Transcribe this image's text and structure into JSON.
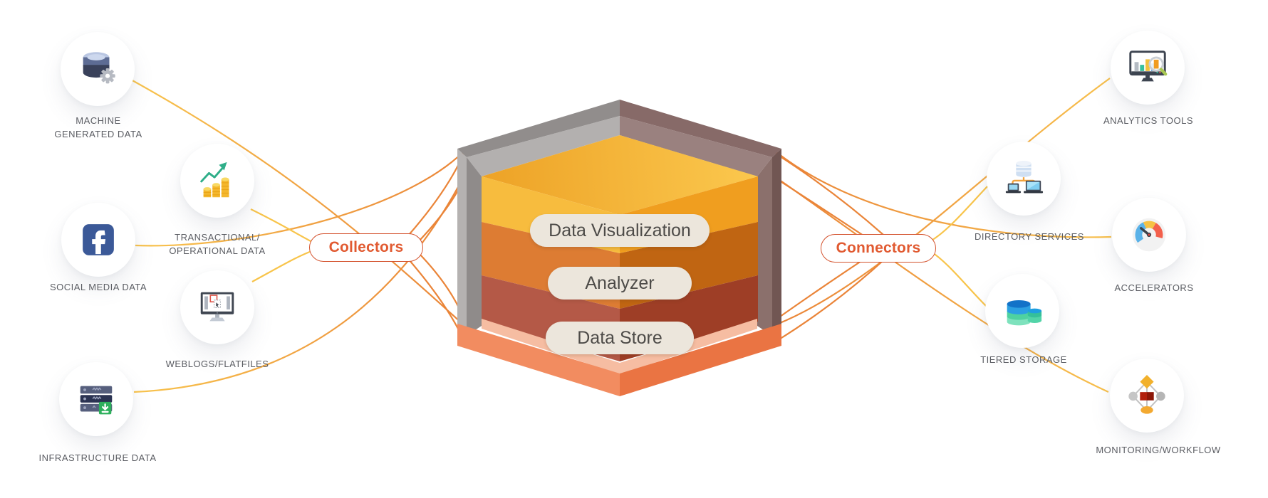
{
  "platform": {
    "layers": [
      {
        "label": "Data Visualization"
      },
      {
        "label": "Analyzer"
      },
      {
        "label": "Data Store"
      }
    ]
  },
  "hubs": {
    "collectors": {
      "label": "Collectors"
    },
    "connectors": {
      "label": "Connectors"
    }
  },
  "sources": [
    {
      "id": "machine-generated-data",
      "label": "MACHINE\nGENERATED DATA",
      "icon": "database-gear-icon"
    },
    {
      "id": "social-media-data",
      "label": "SOCIAL MEDIA DATA",
      "icon": "facebook-icon"
    },
    {
      "id": "transactional-operational-data",
      "label": "TRANSACTIONAL/\nOPERATIONAL DATA",
      "icon": "coins-growth-icon"
    },
    {
      "id": "weblogs-flatfiles",
      "label": "WEBLOGS/FLATFILES",
      "icon": "monitor-files-icon"
    },
    {
      "id": "infrastructure-data",
      "label": "INFRASTRUCTURE DATA",
      "icon": "server-stack-download-icon"
    }
  ],
  "destinations": [
    {
      "id": "analytics-tools",
      "label": "ANALYTICS TOOLS",
      "icon": "monitor-chart-magnifier-icon"
    },
    {
      "id": "directory-services",
      "label": "DIRECTORY SERVICES",
      "icon": "database-laptops-network-icon"
    },
    {
      "id": "accelerators",
      "label": "ACCELERATORS",
      "icon": "gauge-icon"
    },
    {
      "id": "tiered-storage",
      "label": "TIERED STORAGE",
      "icon": "stacked-disks-icon"
    },
    {
      "id": "monitoring-workflow",
      "label": "MONITORING/WORKFLOW",
      "icon": "workflow-diamond-icon"
    }
  ],
  "palette": {
    "line_yellow": "#f9c84f",
    "line_orange": "#ea8438",
    "hub_accent": "#e15a31",
    "pill_cream": "#ece6dc",
    "layer_yellow": "#f7bc3e",
    "layer_orange": "#dd7c33",
    "layer_red": "#b45947",
    "shell_gray": "#b3b0af",
    "shell_mauve": "#876a68",
    "base_salmon": "#ef8154"
  }
}
